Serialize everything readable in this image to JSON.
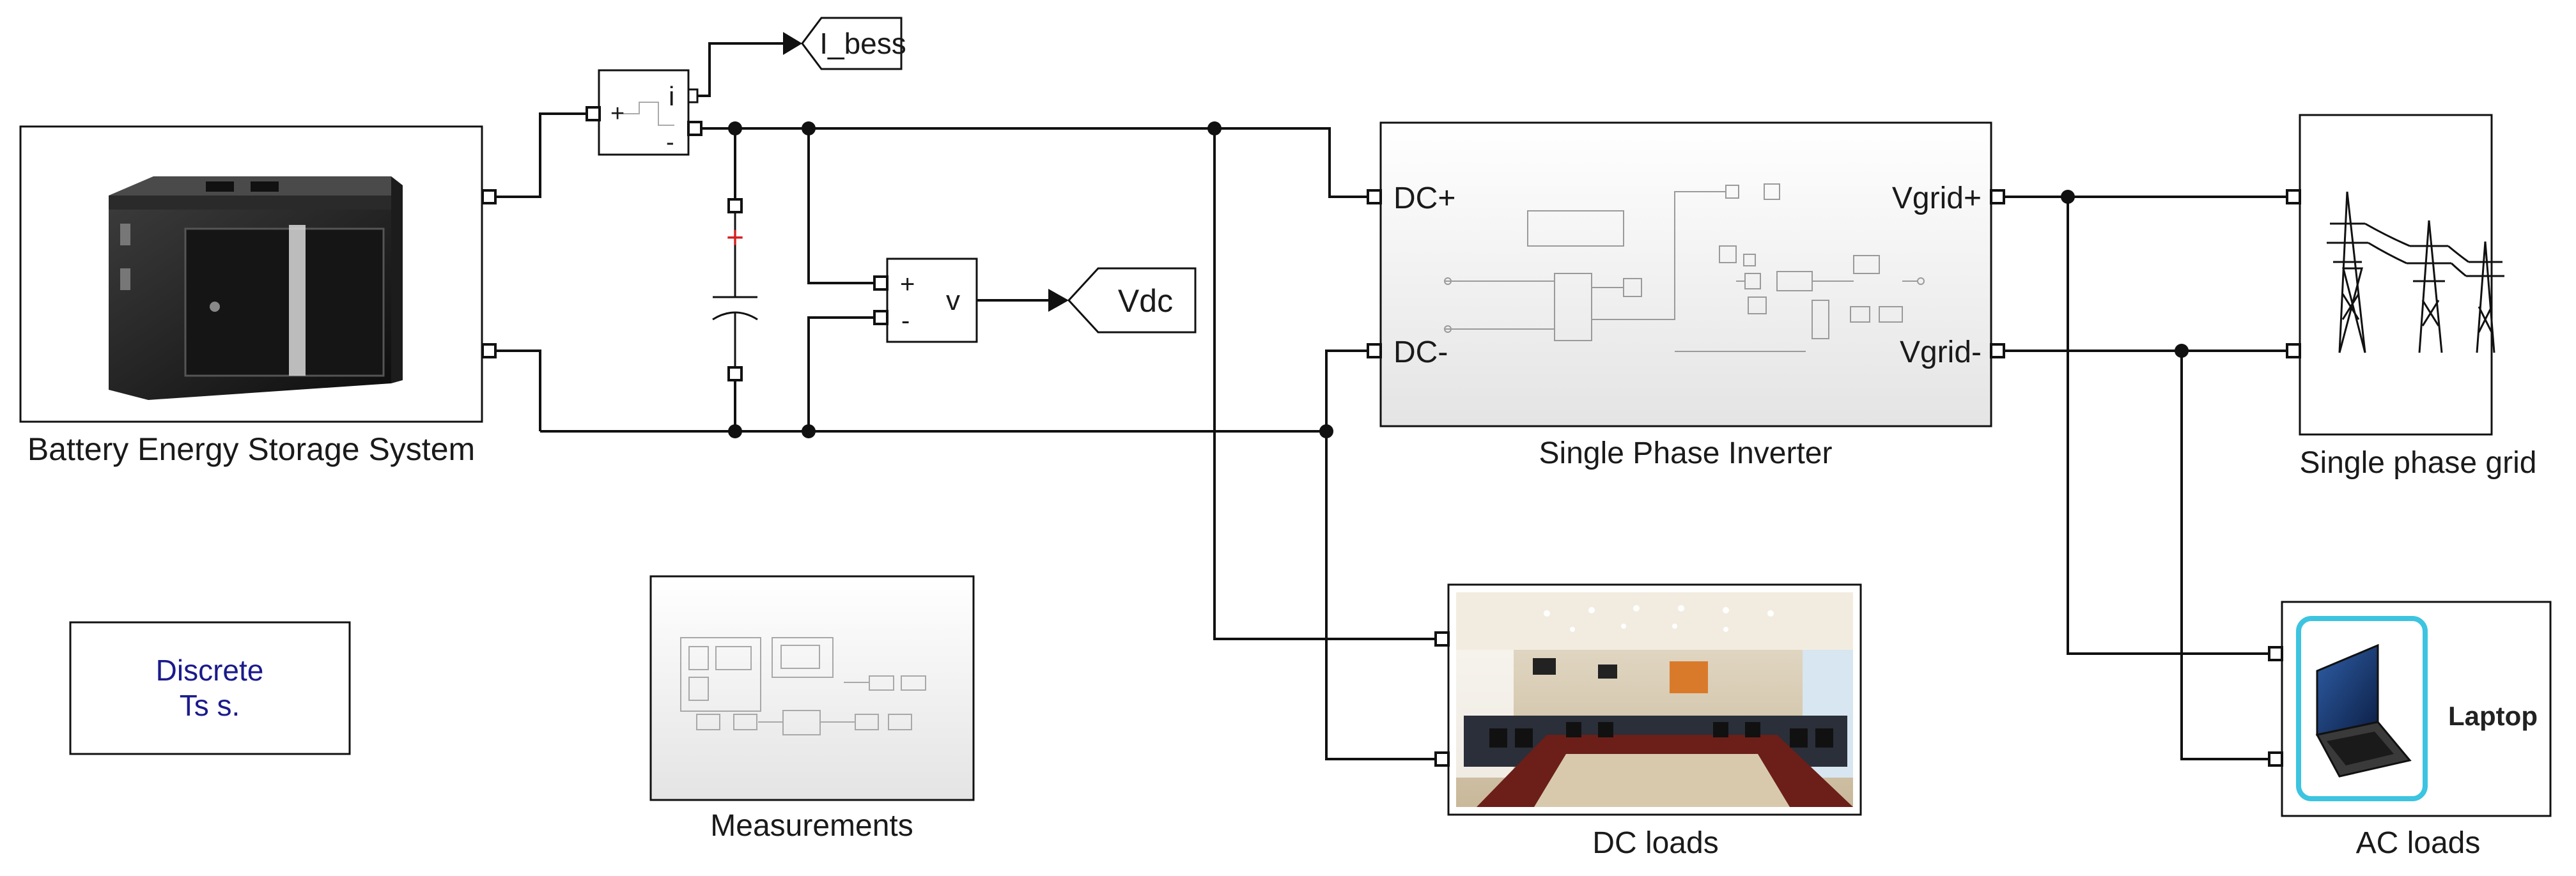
{
  "blocks": {
    "battery": {
      "label": "Battery Energy Storage System"
    },
    "current_sensor": {
      "label": "i",
      "plus": "+",
      "minus": "-"
    },
    "voltage_sensor": {
      "label": "v",
      "plus": "+",
      "minus": "-"
    },
    "capacitor": {
      "plus": "+"
    },
    "inverter": {
      "label": "Single Phase Inverter",
      "port_dc_plus": "DC+",
      "port_dc_minus": "DC-",
      "port_vgrid_plus": "Vgrid+",
      "port_vgrid_minus": "Vgrid-"
    },
    "grid": {
      "label": "Single phase grid"
    },
    "dc_loads": {
      "label": "DC loads"
    },
    "ac_loads": {
      "label": "AC loads",
      "image_text": "Laptop"
    },
    "powergui": {
      "line1": "Discrete",
      "line2": "Ts s."
    },
    "measurements": {
      "label": "Measurements"
    }
  },
  "gotos": {
    "i_bess": "I_bess",
    "vdc": "Vdc"
  },
  "colors": {
    "wire": "#111111",
    "powergui_text": "#1a1a8c",
    "capacitor_plus": "#d62020",
    "laptop_frame": "#3cc4e0",
    "block_fill": "#f4f4f4"
  }
}
